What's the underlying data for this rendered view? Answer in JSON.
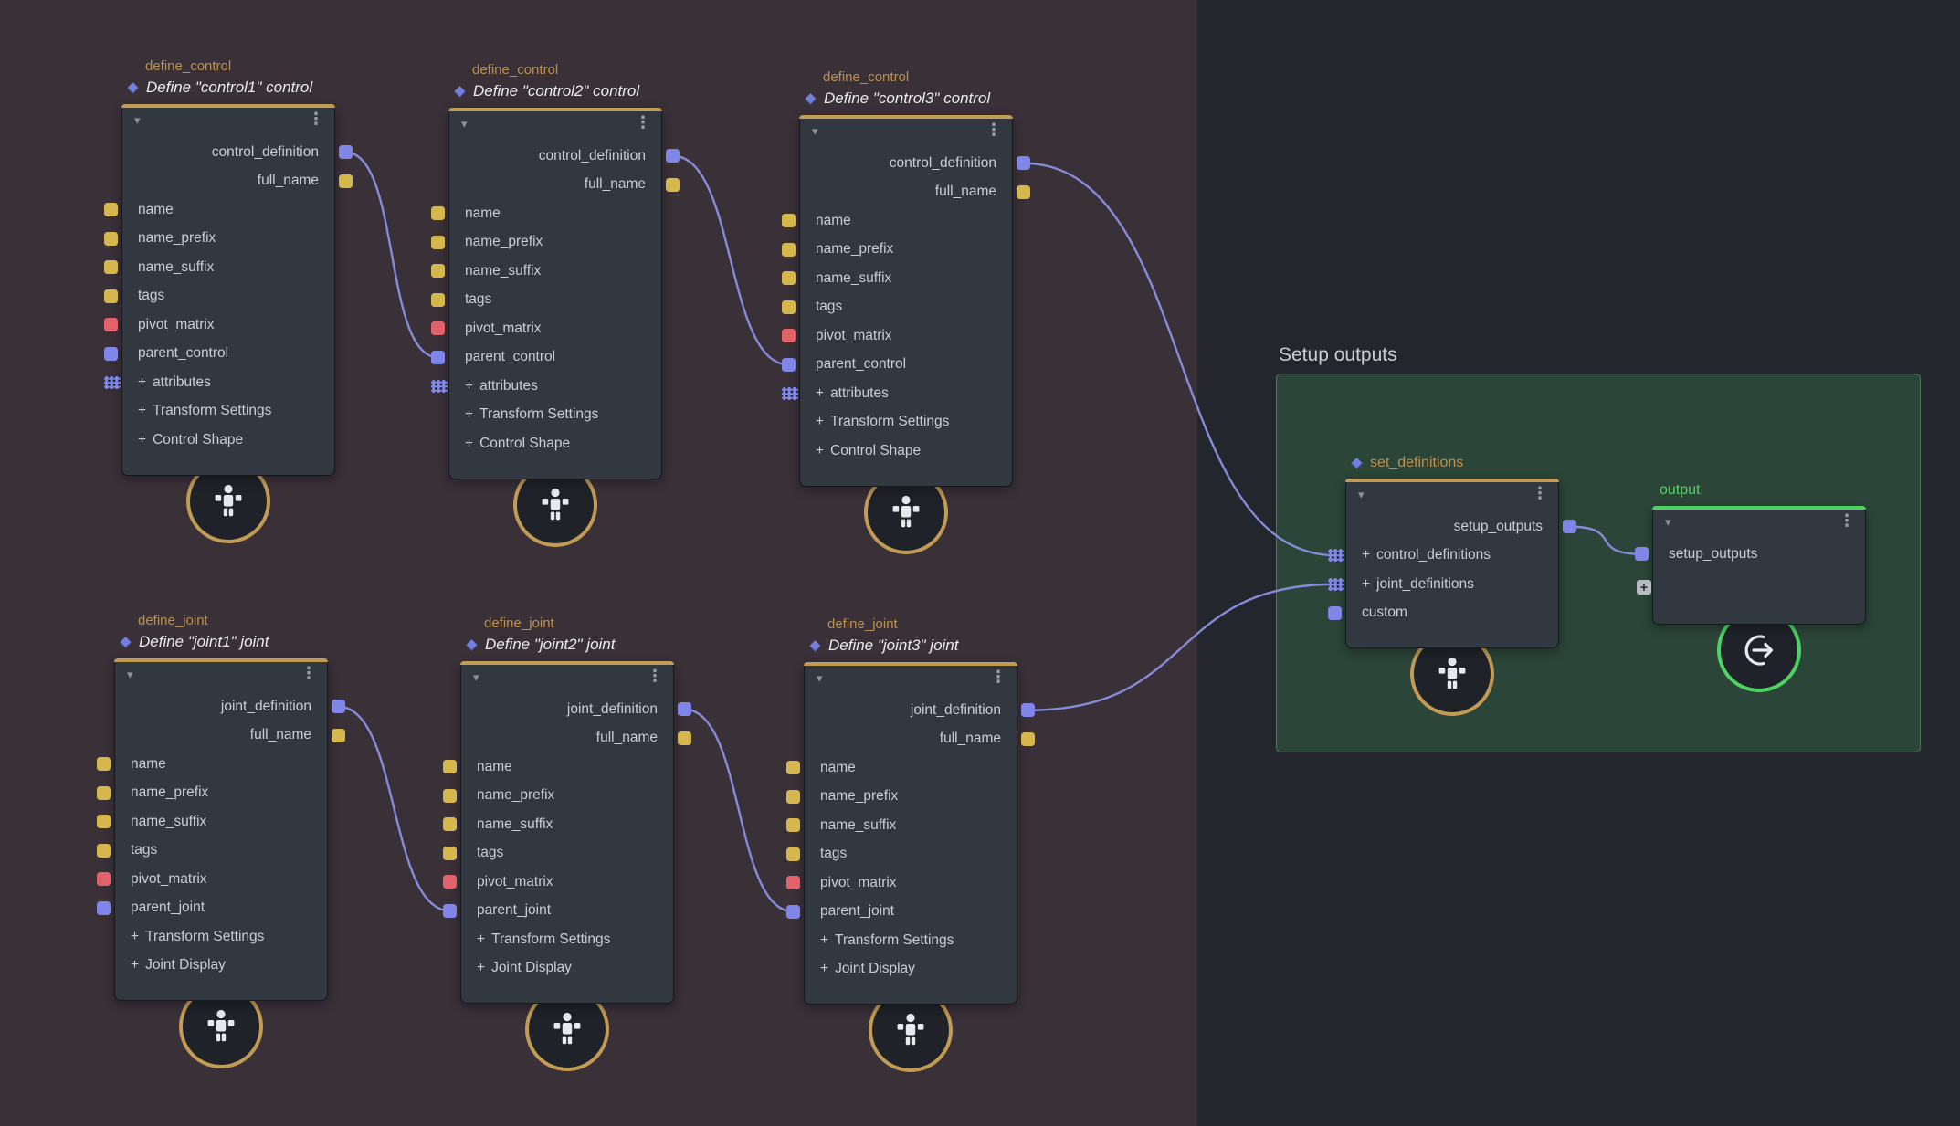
{
  "colors": {
    "bg_left": "#3a3038",
    "bg_right": "#23272d",
    "node_bg": "#313840",
    "text": "#c9ced4",
    "tan": "#c29b55",
    "tan_text": "#bb924f",
    "green": "#4ed264",
    "green_text": "#55d366",
    "yellow": "#d6b74e",
    "red": "#e2626c",
    "lavender": "#7f86e8",
    "wire": "#8b90e0",
    "backdrop_fill": "#2b4538",
    "backdrop_border": "rgba(105,160,118,0.55)",
    "backdrop_title": "#c8cdd3",
    "title_text": "#e9ebee"
  },
  "icons": {
    "caret_down": "▾",
    "kebab": "⋮",
    "plus": "+"
  },
  "backdrop": {
    "title": "Setup outputs"
  },
  "nodes": [
    {
      "id": "control1",
      "type_label": "define_control",
      "title": "Define \"control1\" control",
      "badge": "person",
      "outputs": [
        {
          "name": "control_definition",
          "color": "lavender"
        },
        {
          "name": "full_name",
          "color": "yellow"
        }
      ],
      "inputs": [
        {
          "name": "name",
          "color": "yellow"
        },
        {
          "name": "name_prefix",
          "color": "yellow"
        },
        {
          "name": "name_suffix",
          "color": "yellow"
        },
        {
          "name": "tags",
          "color": "yellow"
        },
        {
          "name": "pivot_matrix",
          "color": "red"
        },
        {
          "name": "parent_control",
          "color": "lavender"
        },
        {
          "name": "attributes",
          "color": "multi",
          "expandable": true
        },
        {
          "name": "Transform Settings",
          "expandable": true
        },
        {
          "name": "Control Shape",
          "expandable": true
        }
      ]
    },
    {
      "id": "control2",
      "type_label": "define_control",
      "title": "Define \"control2\" control",
      "badge": "person",
      "outputs": [
        {
          "name": "control_definition",
          "color": "lavender"
        },
        {
          "name": "full_name",
          "color": "yellow"
        }
      ],
      "inputs": [
        {
          "name": "name",
          "color": "yellow"
        },
        {
          "name": "name_prefix",
          "color": "yellow"
        },
        {
          "name": "name_suffix",
          "color": "yellow"
        },
        {
          "name": "tags",
          "color": "yellow"
        },
        {
          "name": "pivot_matrix",
          "color": "red"
        },
        {
          "name": "parent_control",
          "color": "lavender"
        },
        {
          "name": "attributes",
          "color": "multi",
          "expandable": true
        },
        {
          "name": "Transform Settings",
          "expandable": true
        },
        {
          "name": "Control Shape",
          "expandable": true
        }
      ]
    },
    {
      "id": "control3",
      "type_label": "define_control",
      "title": "Define \"control3\" control",
      "badge": "person",
      "outputs": [
        {
          "name": "control_definition",
          "color": "lavender"
        },
        {
          "name": "full_name",
          "color": "yellow"
        }
      ],
      "inputs": [
        {
          "name": "name",
          "color": "yellow"
        },
        {
          "name": "name_prefix",
          "color": "yellow"
        },
        {
          "name": "name_suffix",
          "color": "yellow"
        },
        {
          "name": "tags",
          "color": "yellow"
        },
        {
          "name": "pivot_matrix",
          "color": "red"
        },
        {
          "name": "parent_control",
          "color": "lavender"
        },
        {
          "name": "attributes",
          "color": "multi",
          "expandable": true
        },
        {
          "name": "Transform Settings",
          "expandable": true
        },
        {
          "name": "Control Shape",
          "expandable": true
        }
      ]
    },
    {
      "id": "joint1",
      "type_label": "define_joint",
      "title": "Define \"joint1\" joint",
      "badge": "person",
      "outputs": [
        {
          "name": "joint_definition",
          "color": "lavender"
        },
        {
          "name": "full_name",
          "color": "yellow"
        }
      ],
      "inputs": [
        {
          "name": "name",
          "color": "yellow"
        },
        {
          "name": "name_prefix",
          "color": "yellow"
        },
        {
          "name": "name_suffix",
          "color": "yellow"
        },
        {
          "name": "tags",
          "color": "yellow"
        },
        {
          "name": "pivot_matrix",
          "color": "red"
        },
        {
          "name": "parent_joint",
          "color": "lavender"
        },
        {
          "name": "Transform Settings",
          "expandable": true
        },
        {
          "name": "Joint Display",
          "expandable": true
        }
      ]
    },
    {
      "id": "joint2",
      "type_label": "define_joint",
      "title": "Define \"joint2\" joint",
      "badge": "person",
      "outputs": [
        {
          "name": "joint_definition",
          "color": "lavender"
        },
        {
          "name": "full_name",
          "color": "yellow"
        }
      ],
      "inputs": [
        {
          "name": "name",
          "color": "yellow"
        },
        {
          "name": "name_prefix",
          "color": "yellow"
        },
        {
          "name": "name_suffix",
          "color": "yellow"
        },
        {
          "name": "tags",
          "color": "yellow"
        },
        {
          "name": "pivot_matrix",
          "color": "red"
        },
        {
          "name": "parent_joint",
          "color": "lavender"
        },
        {
          "name": "Transform Settings",
          "expandable": true
        },
        {
          "name": "Joint Display",
          "expandable": true
        }
      ]
    },
    {
      "id": "joint3",
      "type_label": "define_joint",
      "title": "Define \"joint3\" joint",
      "badge": "person",
      "outputs": [
        {
          "name": "joint_definition",
          "color": "lavender"
        },
        {
          "name": "full_name",
          "color": "yellow"
        }
      ],
      "inputs": [
        {
          "name": "name",
          "color": "yellow"
        },
        {
          "name": "name_prefix",
          "color": "yellow"
        },
        {
          "name": "name_suffix",
          "color": "yellow"
        },
        {
          "name": "tags",
          "color": "yellow"
        },
        {
          "name": "pivot_matrix",
          "color": "red"
        },
        {
          "name": "parent_joint",
          "color": "lavender"
        },
        {
          "name": "Transform Settings",
          "expandable": true
        },
        {
          "name": "Joint Display",
          "expandable": true
        }
      ]
    },
    {
      "id": "set_definitions",
      "label": "set_definitions",
      "badge": "person",
      "outputs": [
        {
          "name": "setup_outputs",
          "color": "lavender"
        }
      ],
      "inputs": [
        {
          "name": "control_definitions",
          "color": "multi",
          "expandable": true
        },
        {
          "name": "joint_definitions",
          "color": "multi",
          "expandable": true
        },
        {
          "name": "custom",
          "color": "lavender"
        }
      ]
    },
    {
      "id": "output",
      "label": "output",
      "badge": "output",
      "add_label": "+",
      "outputs": [],
      "inputs": [
        {
          "name": "setup_outputs",
          "color": "lavender"
        }
      ]
    }
  ],
  "edges": [
    {
      "from": "control1.control_definition",
      "to": "control2.parent_control"
    },
    {
      "from": "control2.control_definition",
      "to": "control3.parent_control"
    },
    {
      "from": "control3.control_definition",
      "to": "set_definitions.control_definitions"
    },
    {
      "from": "joint1.joint_definition",
      "to": "joint2.parent_joint"
    },
    {
      "from": "joint2.joint_definition",
      "to": "joint3.parent_joint"
    },
    {
      "from": "joint3.joint_definition",
      "to": "set_definitions.joint_definitions"
    },
    {
      "from": "set_definitions.setup_outputs",
      "to": "output.setup_outputs"
    }
  ]
}
